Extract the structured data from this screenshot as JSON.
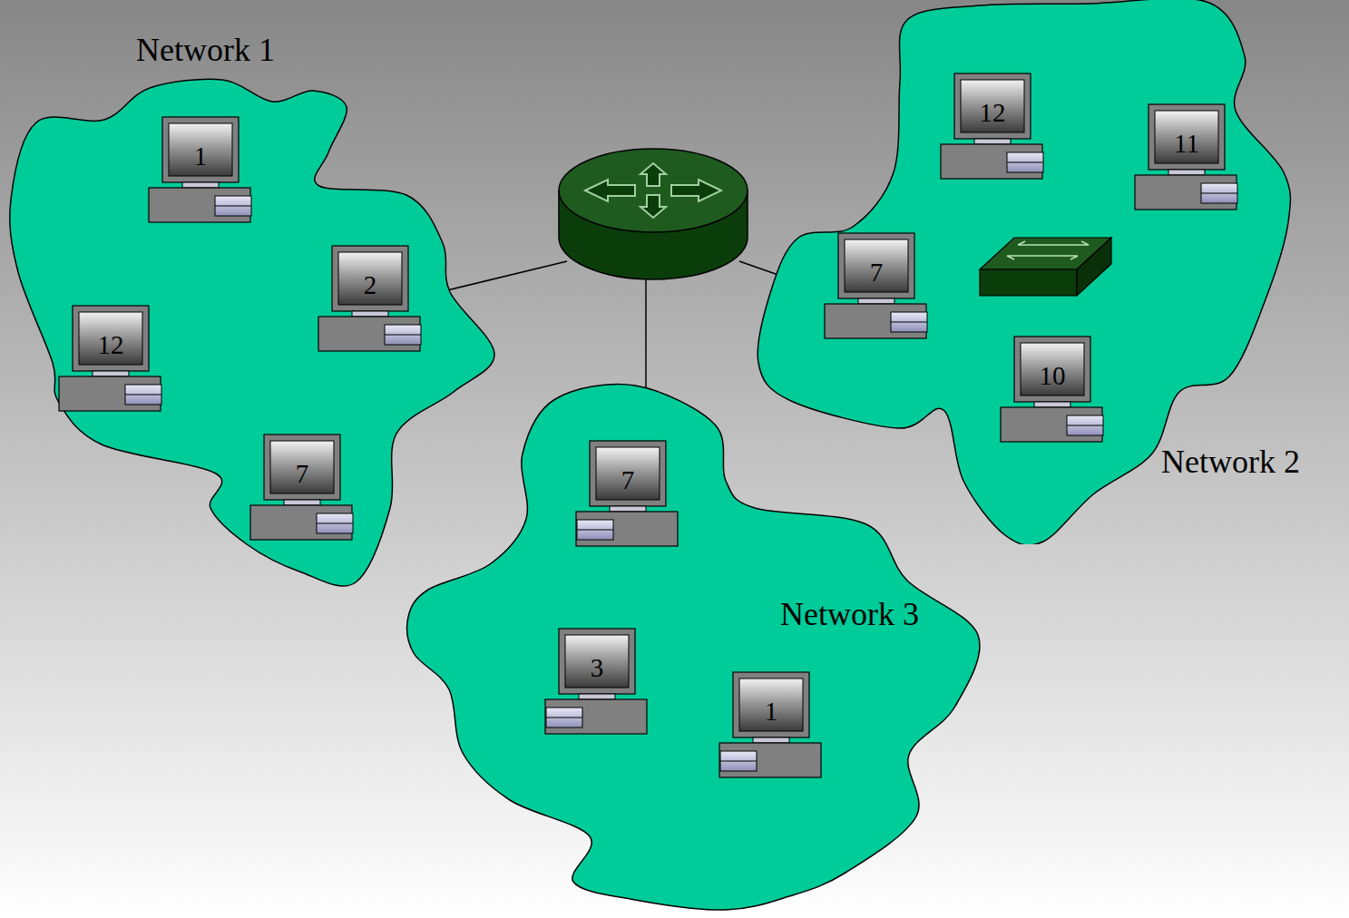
{
  "diagram": {
    "nodes": [
      {
        "text": [
          "Network 1"
        ]
      },
      {
        "text": [
          "1"
        ],
        "in": 0
      },
      {
        "text": [
          "2"
        ],
        "in": 0
      },
      {
        "text": [
          "12"
        ],
        "in": 0
      },
      {
        "text": [
          "7"
        ],
        "in": 0
      },
      {
        "text": [
          "Network 2"
        ]
      },
      {
        "text": [
          "12"
        ],
        "in": 5
      },
      {
        "text": [
          "11"
        ],
        "in": 5
      },
      {
        "text": [
          "7"
        ],
        "in": 5
      },
      {
        "text": [
          "10"
        ],
        "in": 5
      },
      {
        "text": [
          "Network 3"
        ]
      },
      {
        "text": [
          "7"
        ],
        "in": 10
      },
      {
        "text": [
          "3"
        ],
        "in": 10
      },
      {
        "text": [
          "1"
        ],
        "in": 10
      }
    ]
  }
}
